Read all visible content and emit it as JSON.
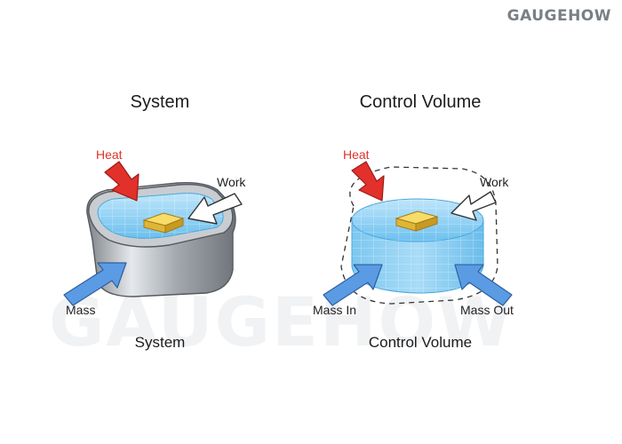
{
  "brand": "GAUGEHOW",
  "watermark": "GAUGEHOW",
  "left_panel": {
    "title": "System",
    "caption": "System",
    "labels": {
      "heat": "Heat",
      "work": "Work",
      "mass": "Mass"
    }
  },
  "right_panel": {
    "title": "Control Volume",
    "caption": "Control Volume",
    "labels": {
      "heat": "Heat",
      "work": "Work",
      "mass_in": "Mass In",
      "mass_out": "Mass Out"
    }
  },
  "colors": {
    "heat_arrow": "#e2312a",
    "mass_arrow": "#4b8fe0",
    "water": "#8fd0f2",
    "container": "#a9adb2"
  }
}
